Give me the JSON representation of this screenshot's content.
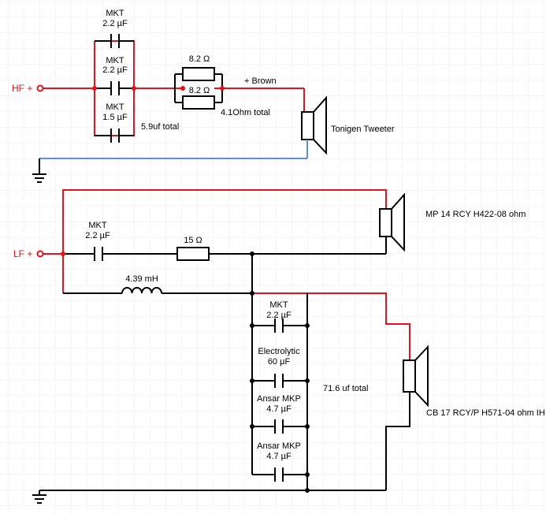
{
  "colors": {
    "hot_wire": "#e8111a",
    "ground_wire": "#5b8fd6",
    "wire": "#000000",
    "grid": "#ececec",
    "background": "#ffffff"
  },
  "terminals": {
    "hf": "HF +",
    "lf": "LF +"
  },
  "hf_section": {
    "cap1": {
      "type": "MKT",
      "value": "2.2 µF"
    },
    "cap2": {
      "type": "MKT",
      "value": "2.2 µF"
    },
    "cap3": {
      "type": "MKT",
      "value": "1.5 µF"
    },
    "cap_total": "5.9uf total",
    "res1": "8.2 Ω",
    "res2": "8.2 Ω",
    "res_total": "4.1Ohm total",
    "wire_label": "+ Brown",
    "speaker": "Tonigen Tweeter"
  },
  "lf_section": {
    "mid_speaker": "MP 14 RCY H422-08 ohm",
    "mid_cap": {
      "type": "MKT",
      "value": "2.2 µF"
    },
    "mid_res": "15 Ω",
    "inductor": "4.39 mH",
    "shunt_cap1": {
      "type": "MKT",
      "value": "2.2 µF"
    },
    "shunt_cap2": {
      "type": "Electrolytic",
      "value": "60 µF"
    },
    "shunt_cap3": {
      "type": "Ansar MKP",
      "value": "4.7 µF"
    },
    "shunt_cap4": {
      "type": "Ansar MKP",
      "value": "4.7 µF"
    },
    "shunt_total": "71.6 uf total",
    "woofer": "CB 17 RCY/P H571-04 ohm IH"
  }
}
